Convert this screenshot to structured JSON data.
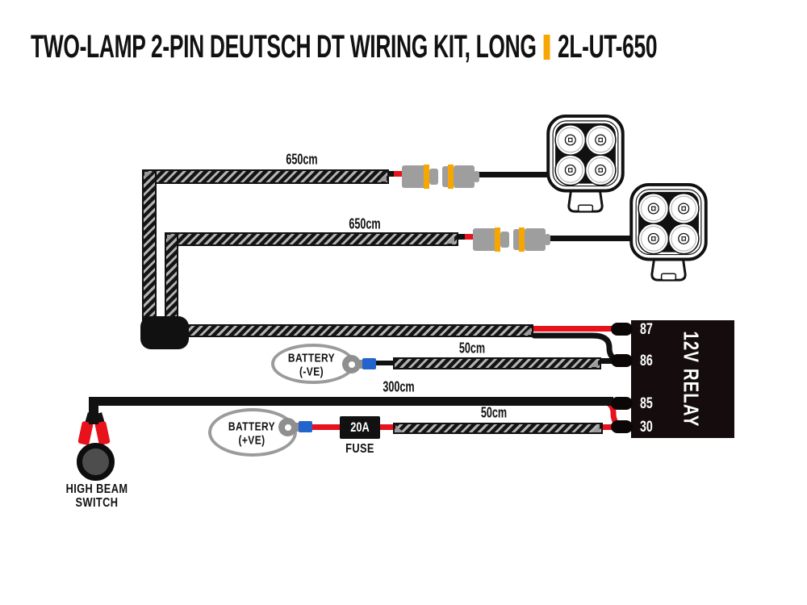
{
  "title": {
    "text": "TWO-LAMP 2-PIN DEUTSCH DT WIRING KIT, LONG",
    "sku": "2L-UT-650"
  },
  "wires": {
    "lamp1_length": "650cm",
    "lamp2_length": "650cm",
    "battery_neg_length": "50cm",
    "switch_length": "300cm",
    "battery_pos_length": "50cm"
  },
  "battery_neg": {
    "line1": "BATTERY",
    "line2": "(-VE)"
  },
  "battery_pos": {
    "line1": "BATTERY",
    "line2": "(+VE)"
  },
  "fuse": {
    "rating": "20A",
    "label": "FUSE"
  },
  "switch": {
    "line1": "HIGH BEAM",
    "line2": "SWITCH"
  },
  "relay": {
    "label": "12V RELAY",
    "pins": [
      "87",
      "86",
      "85",
      "30"
    ]
  },
  "colors": {
    "accent_orange": "#F7A500",
    "wire_red": "#e8121c",
    "connector_gray": "#9e9e9e",
    "connector_band_orange": "#F7A600",
    "crimp_blue": "#2363cc",
    "relay_black": "#150d0d"
  }
}
